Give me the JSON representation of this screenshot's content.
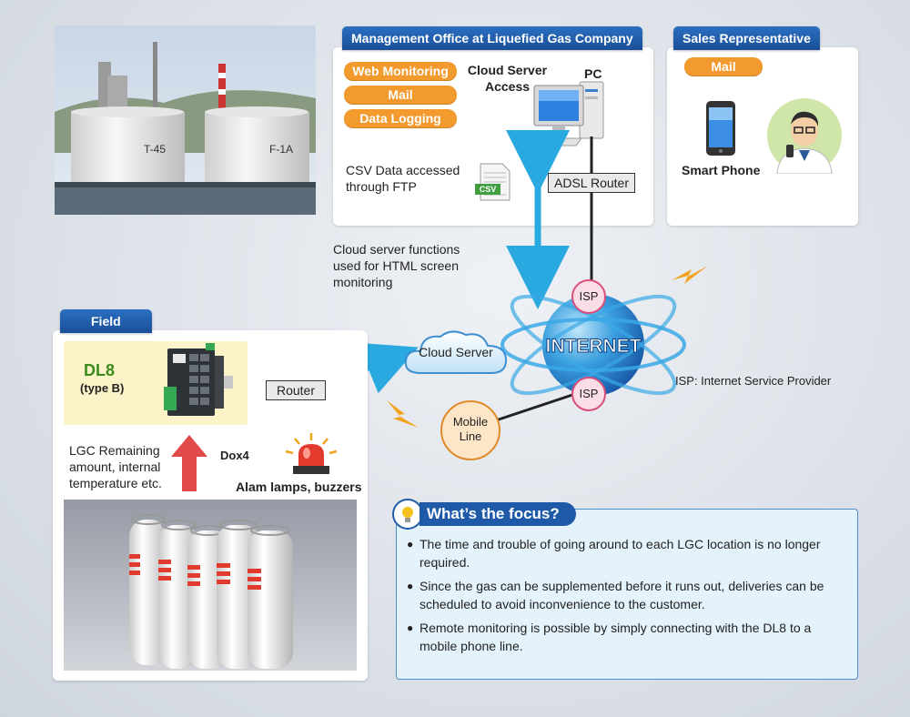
{
  "management": {
    "tab": "Management Office at Liquefied Gas Company",
    "pills": [
      "Web Monitoring",
      "Mail",
      "Data Logging"
    ],
    "cloud_access": "Cloud Server Access",
    "pc": "PC",
    "csv_text": "CSV Data accessed through FTP",
    "csv_icon": "CSV",
    "adsl": "ADSL Router"
  },
  "sales": {
    "tab": "Sales Representative",
    "mail": "Mail",
    "smartphone": "Smart Phone"
  },
  "photo": {
    "tank1": "T-45",
    "tank2": "F-1A"
  },
  "network": {
    "cloud_note": "Cloud server functions used for HTML screen monitoring",
    "cloud_server": "Cloud Server",
    "internet": "INTERNET",
    "isp": "ISP",
    "isp_note": "ISP: Internet Service Provider",
    "mobile_line": "Mobile Line"
  },
  "field": {
    "tab": "Field",
    "device": "DL8",
    "device_type": "(type B)",
    "router": "Router",
    "lgc_text": "LGC Remaining amount, internal temperature etc.",
    "dox": "Dox4",
    "alarm": "Alam lamps, buzzers"
  },
  "focus": {
    "title": "What’s the focus?",
    "items": [
      "The time and trouble of going around to each LGC location is no longer required.",
      "Since the gas can be supplemented before it runs out, deliveries can be scheduled to avoid inconvenience to the customer.",
      "Remote monitoring is possible by simply connecting with the DL8 to a mobile phone line."
    ]
  },
  "colors": {
    "tab_blue": "#1f5aa8",
    "pill_orange": "#f39a2e",
    "arrow_cyan": "#29a9e0",
    "alarm_red": "#e23b2e",
    "focus_bg": "#e4f2fb"
  }
}
